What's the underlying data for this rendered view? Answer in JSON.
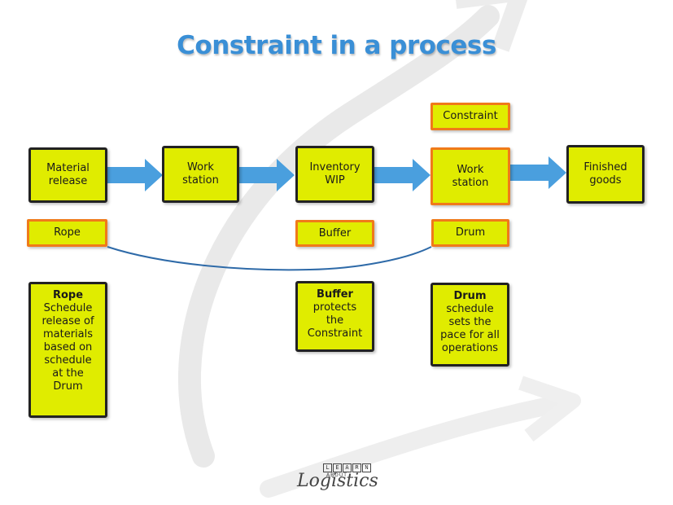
{
  "title": "Constraint in a process",
  "colors": {
    "box_fill": "#e0ec00",
    "dark_border": "#222222",
    "orange_border": "#f07a1a",
    "arrow": "#4a9fde",
    "title": "#3a8fd6",
    "rope_line": "#2e6aa8"
  },
  "flow": {
    "material_release": "Material\nrelease",
    "work_station_1": "Work\nstation",
    "inventory_wip": "Inventory\nWIP",
    "work_station_2": "Work\nstation",
    "finished_goods": "Finished\ngoods"
  },
  "labels": {
    "constraint": "Constraint",
    "rope": "Rope",
    "buffer": "Buffer",
    "drum": "Drum"
  },
  "notes": {
    "rope": {
      "heading": "Rope",
      "body": "Schedule\nrelease of\nmaterials\nbased on\nschedule\nat the\nDrum"
    },
    "buffer": {
      "heading": "Buffer",
      "body": "protects\nthe\nConstraint"
    },
    "drum": {
      "heading": "Drum",
      "body": "schedule\nsets the\npace for all\noperations"
    }
  },
  "logo": {
    "top_letters": [
      "L",
      "E",
      "A",
      "R",
      "N"
    ],
    "about": "ABOUT",
    "word": "ogistics",
    "initial": "L"
  }
}
